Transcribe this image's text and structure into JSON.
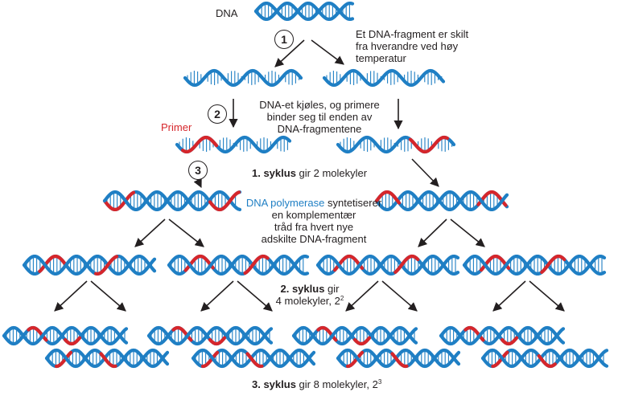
{
  "colors": {
    "strand": "#1f7fc4",
    "primer": "#d6262b",
    "arrow": "#231f20"
  },
  "labels": {
    "dna": "DNA",
    "denature": [
      "Et DNA-fragment er skilt",
      "fra hverandre ved høy",
      "temperatur"
    ],
    "anneal": [
      "DNA-et kjøles, og primere",
      "binder seg til enden av",
      "DNA-fragmentene"
    ],
    "primer": "Primer",
    "cycle1_bold": "1. syklus",
    "cycle1_rest": " gir 2 molekyler",
    "polymerase_blue": "DNA polymerase",
    "polymerase_rest": " syntetiserer",
    "polymerase_more": [
      "en komplementær",
      "tråd fra hvert nye",
      "adskilte DNA-fragment"
    ],
    "cycle2_bold": "2. syklus",
    "cycle2_rest": " gir",
    "cycle2_line2": "4 molekyler, 2",
    "cycle2_exp": "2",
    "cycle3_bold": "3. syklus",
    "cycle3_rest": " gir 8 molekyler, 2",
    "cycle3_exp": "3"
  },
  "steps": [
    "1",
    "2",
    "3"
  ]
}
